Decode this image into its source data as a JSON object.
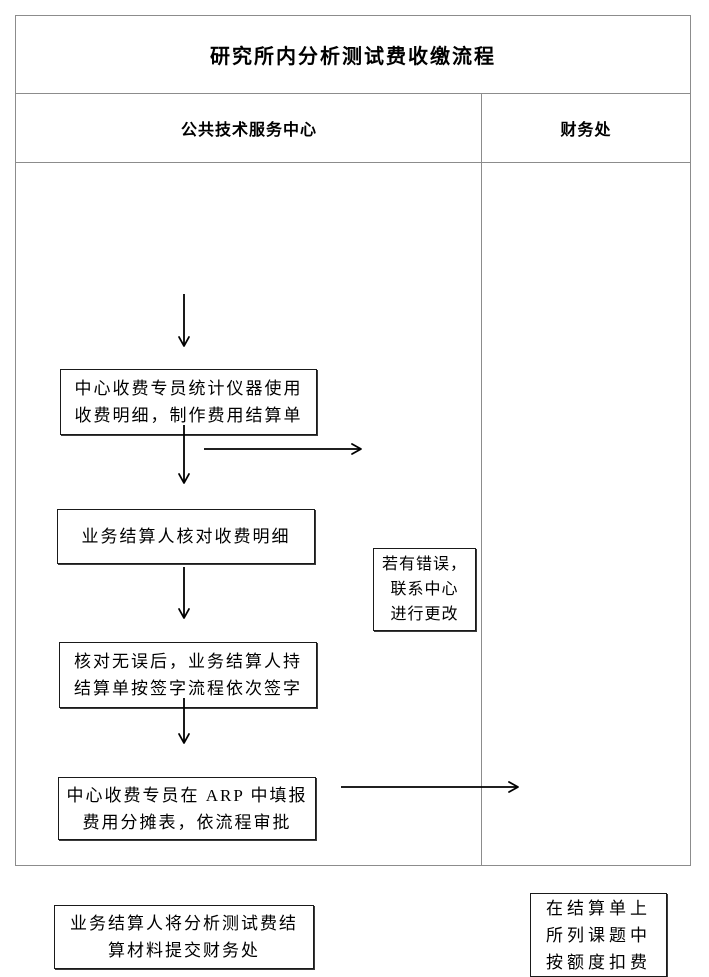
{
  "header": {
    "title": "研究所内分析测试费收缴流程",
    "columns": {
      "left": "公共技术服务中心",
      "right": "财务处"
    }
  },
  "flow": {
    "step1": {
      "lines": [
        "中心收费专员统计仪器使用",
        "收费明细，制作费用结算单"
      ]
    },
    "step2": {
      "lines": [
        "业务结算人核对收费明细"
      ]
    },
    "error_note": {
      "lines": [
        "若有错误，",
        "联系中心",
        "进行更改"
      ]
    },
    "step3": {
      "lines": [
        "核对无误后，业务结算人持",
        "结算单按签字流程依次签字"
      ]
    },
    "step4": {
      "lines": [
        "中心收费专员在 ARP 中填报",
        "费用分摊表，依流程审批"
      ]
    },
    "step5": {
      "lines": [
        "业务结算人将分析测试费结",
        "算材料提交财务处"
      ]
    },
    "finance_action": {
      "lines": [
        "在结算单上",
        "所列课题中",
        "按额度扣费"
      ]
    }
  },
  "colors": {
    "grid_border": "#8c8c8c",
    "box_border": "#1a1a1a",
    "arrow": "#000000",
    "text": "#000000",
    "background": "#ffffff"
  }
}
